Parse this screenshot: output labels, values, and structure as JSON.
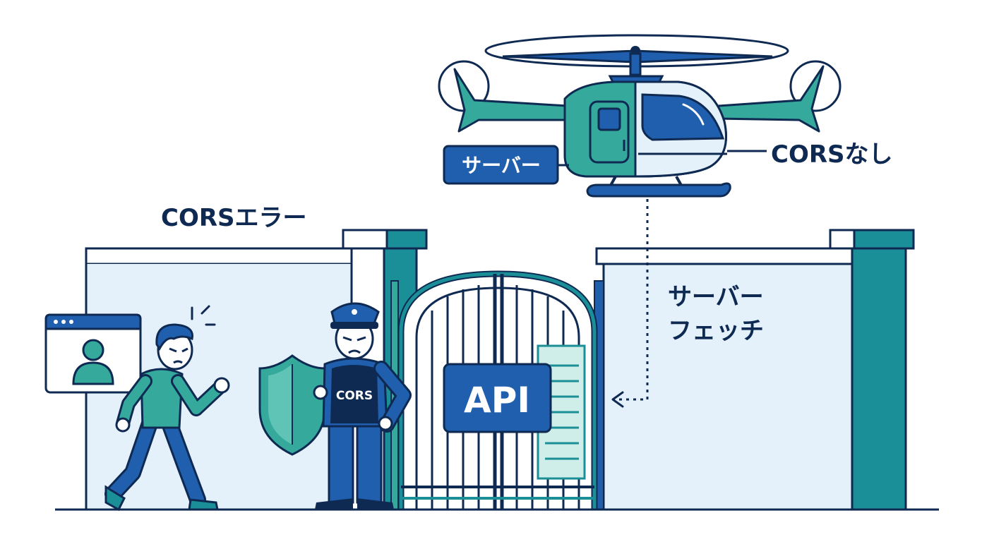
{
  "labels": {
    "cors_error": "CORSエラー",
    "cors_none": "CORSなし",
    "server_tag": "サーバー",
    "server_fetch_line1": "サーバー",
    "server_fetch_line2": "フェッチ",
    "guard_badge": "CORS",
    "gate_sign": "API"
  },
  "colors": {
    "navy": "#0f2a52",
    "blue": "#1f5fae",
    "teal": "#35a99b",
    "teal_dark": "#1b8f97",
    "wall_fill": "#e4f1fa"
  }
}
